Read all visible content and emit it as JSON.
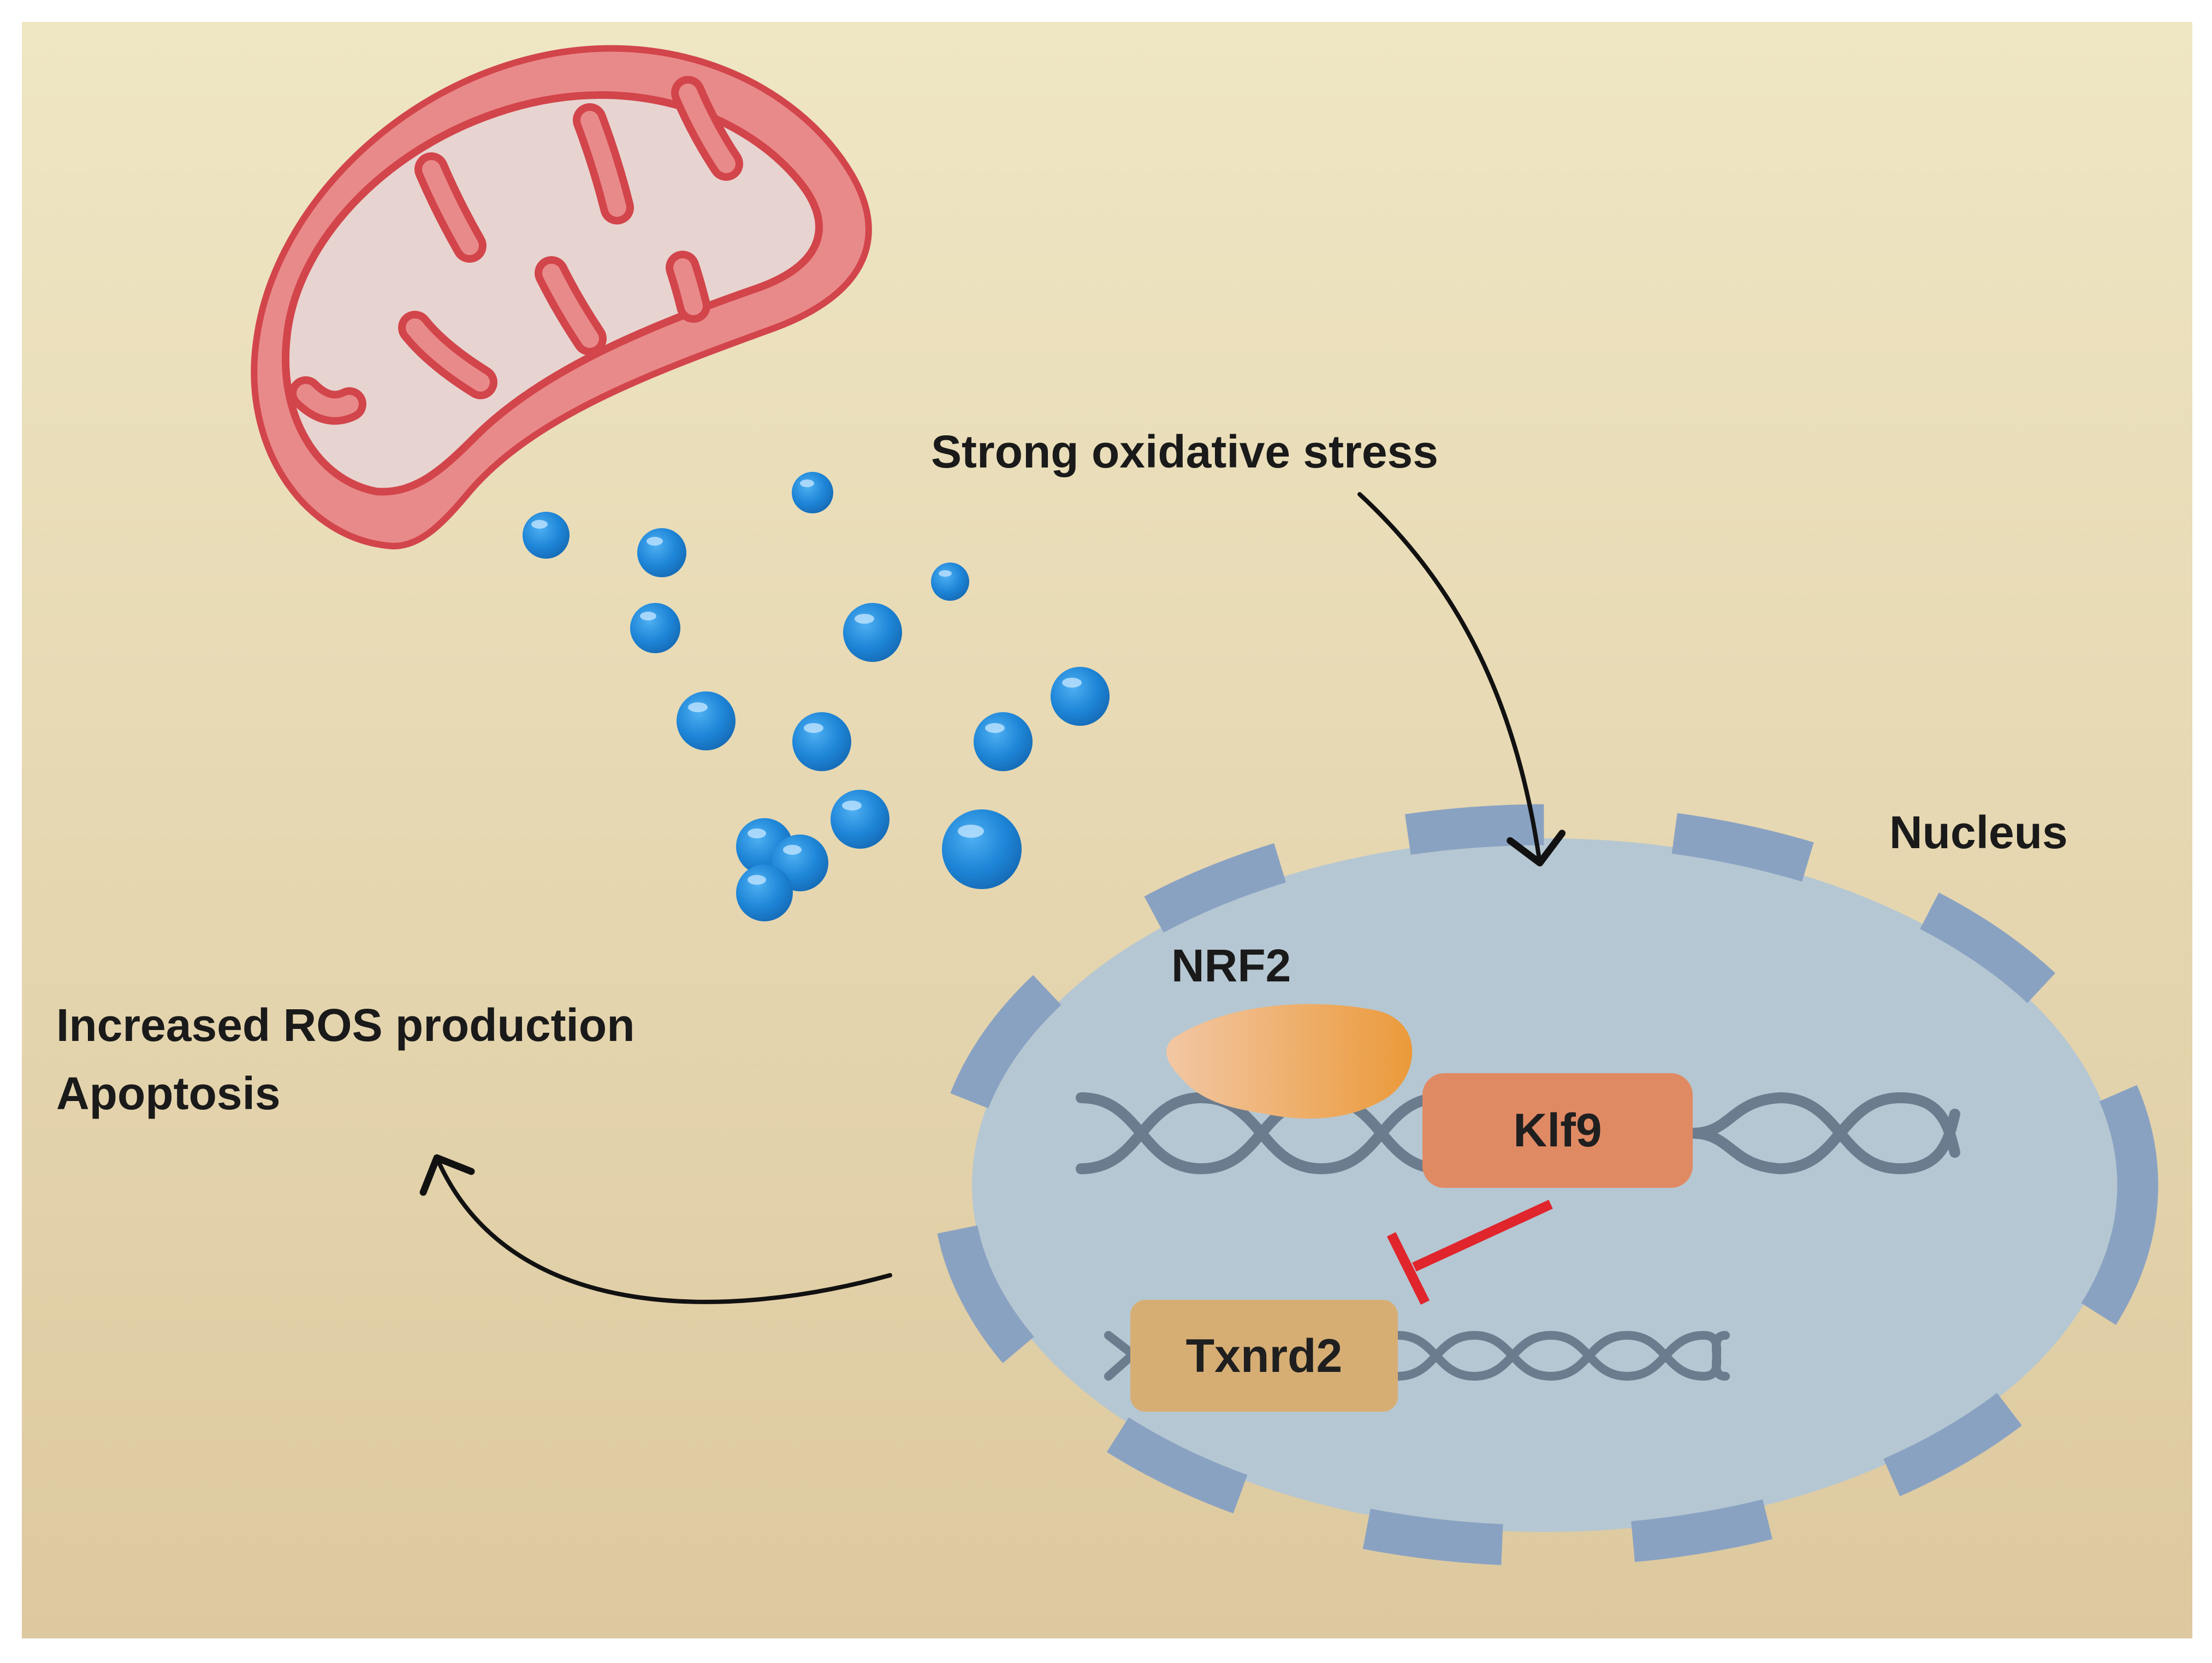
{
  "labels": {
    "stress": "Strong oxidative stress",
    "nucleus": "Nucleus",
    "nrf2": "NRF2",
    "klf9": "Klf9",
    "txnrd2": "Txnrd2",
    "outcome_line1": "Increased ROS production",
    "outcome_line2": "Apoptosis"
  },
  "icons": {
    "organelle": "mitochondrion-icon",
    "ros": "ros-droplet-icon",
    "protein": "nrf2-protein-icon",
    "dna": "dna-helix-icon",
    "inhibition": "inhibition-arrow-icon"
  },
  "colors": {
    "background_top": "#efe6c4",
    "background_bottom": "#ddc99f",
    "mitochondrion_membrane": "#d2454b",
    "mitochondrion_outer_fill": "#e98a8a",
    "mitochondrion_matrix": "#e7d4d0",
    "ros_drop": "#1e86d8",
    "nucleus_fill": "#b5c7d2",
    "nuclear_envelope": "#8aa2c2",
    "klf9_box": "#e08a64",
    "txnrd2_box": "#d6ae74",
    "nrf2_protein": "#eb9a3a",
    "inhibition_arrow": "#e0252d",
    "arrow": "#111111",
    "dna": "#6b7c8e"
  }
}
